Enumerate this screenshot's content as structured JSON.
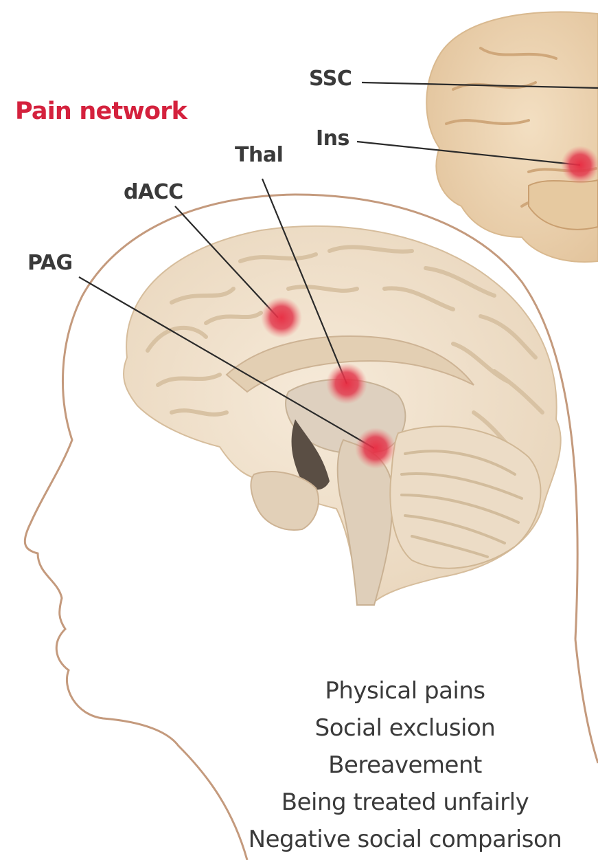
{
  "title": "Pain network",
  "regions": {
    "ssc": "SSC",
    "ins": "Ins",
    "thal": "Thal",
    "dacc": "dACC",
    "pag": "PAG"
  },
  "conditions": [
    "Physical pains",
    "Social exclusion",
    "Bereavement",
    "Being treated unfairly",
    "Negative social comparison"
  ],
  "colors": {
    "title": "#d4213d",
    "hotspot": "#e23a4e",
    "brain": "#eddcc5",
    "outline": "#b98f74"
  }
}
